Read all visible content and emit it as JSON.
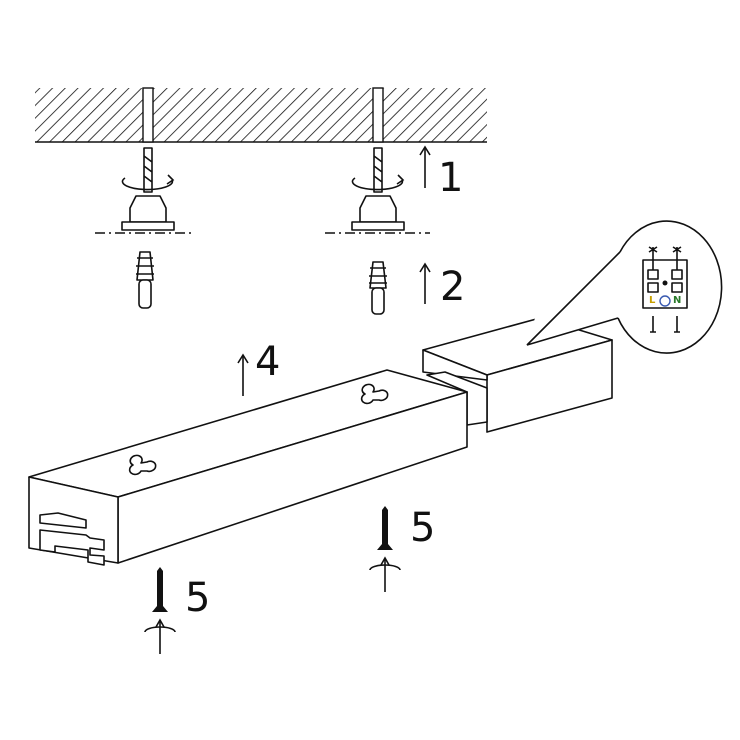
{
  "steps": {
    "drill": "1",
    "plug": "2",
    "mount": "4",
    "screw_a": "5",
    "screw_b": "5"
  },
  "terminal": {
    "live": "L",
    "neutral": "N",
    "live_color": "#c8a000",
    "neutral_color": "#2a7a2a",
    "earth_color": "#3a5ab0"
  }
}
